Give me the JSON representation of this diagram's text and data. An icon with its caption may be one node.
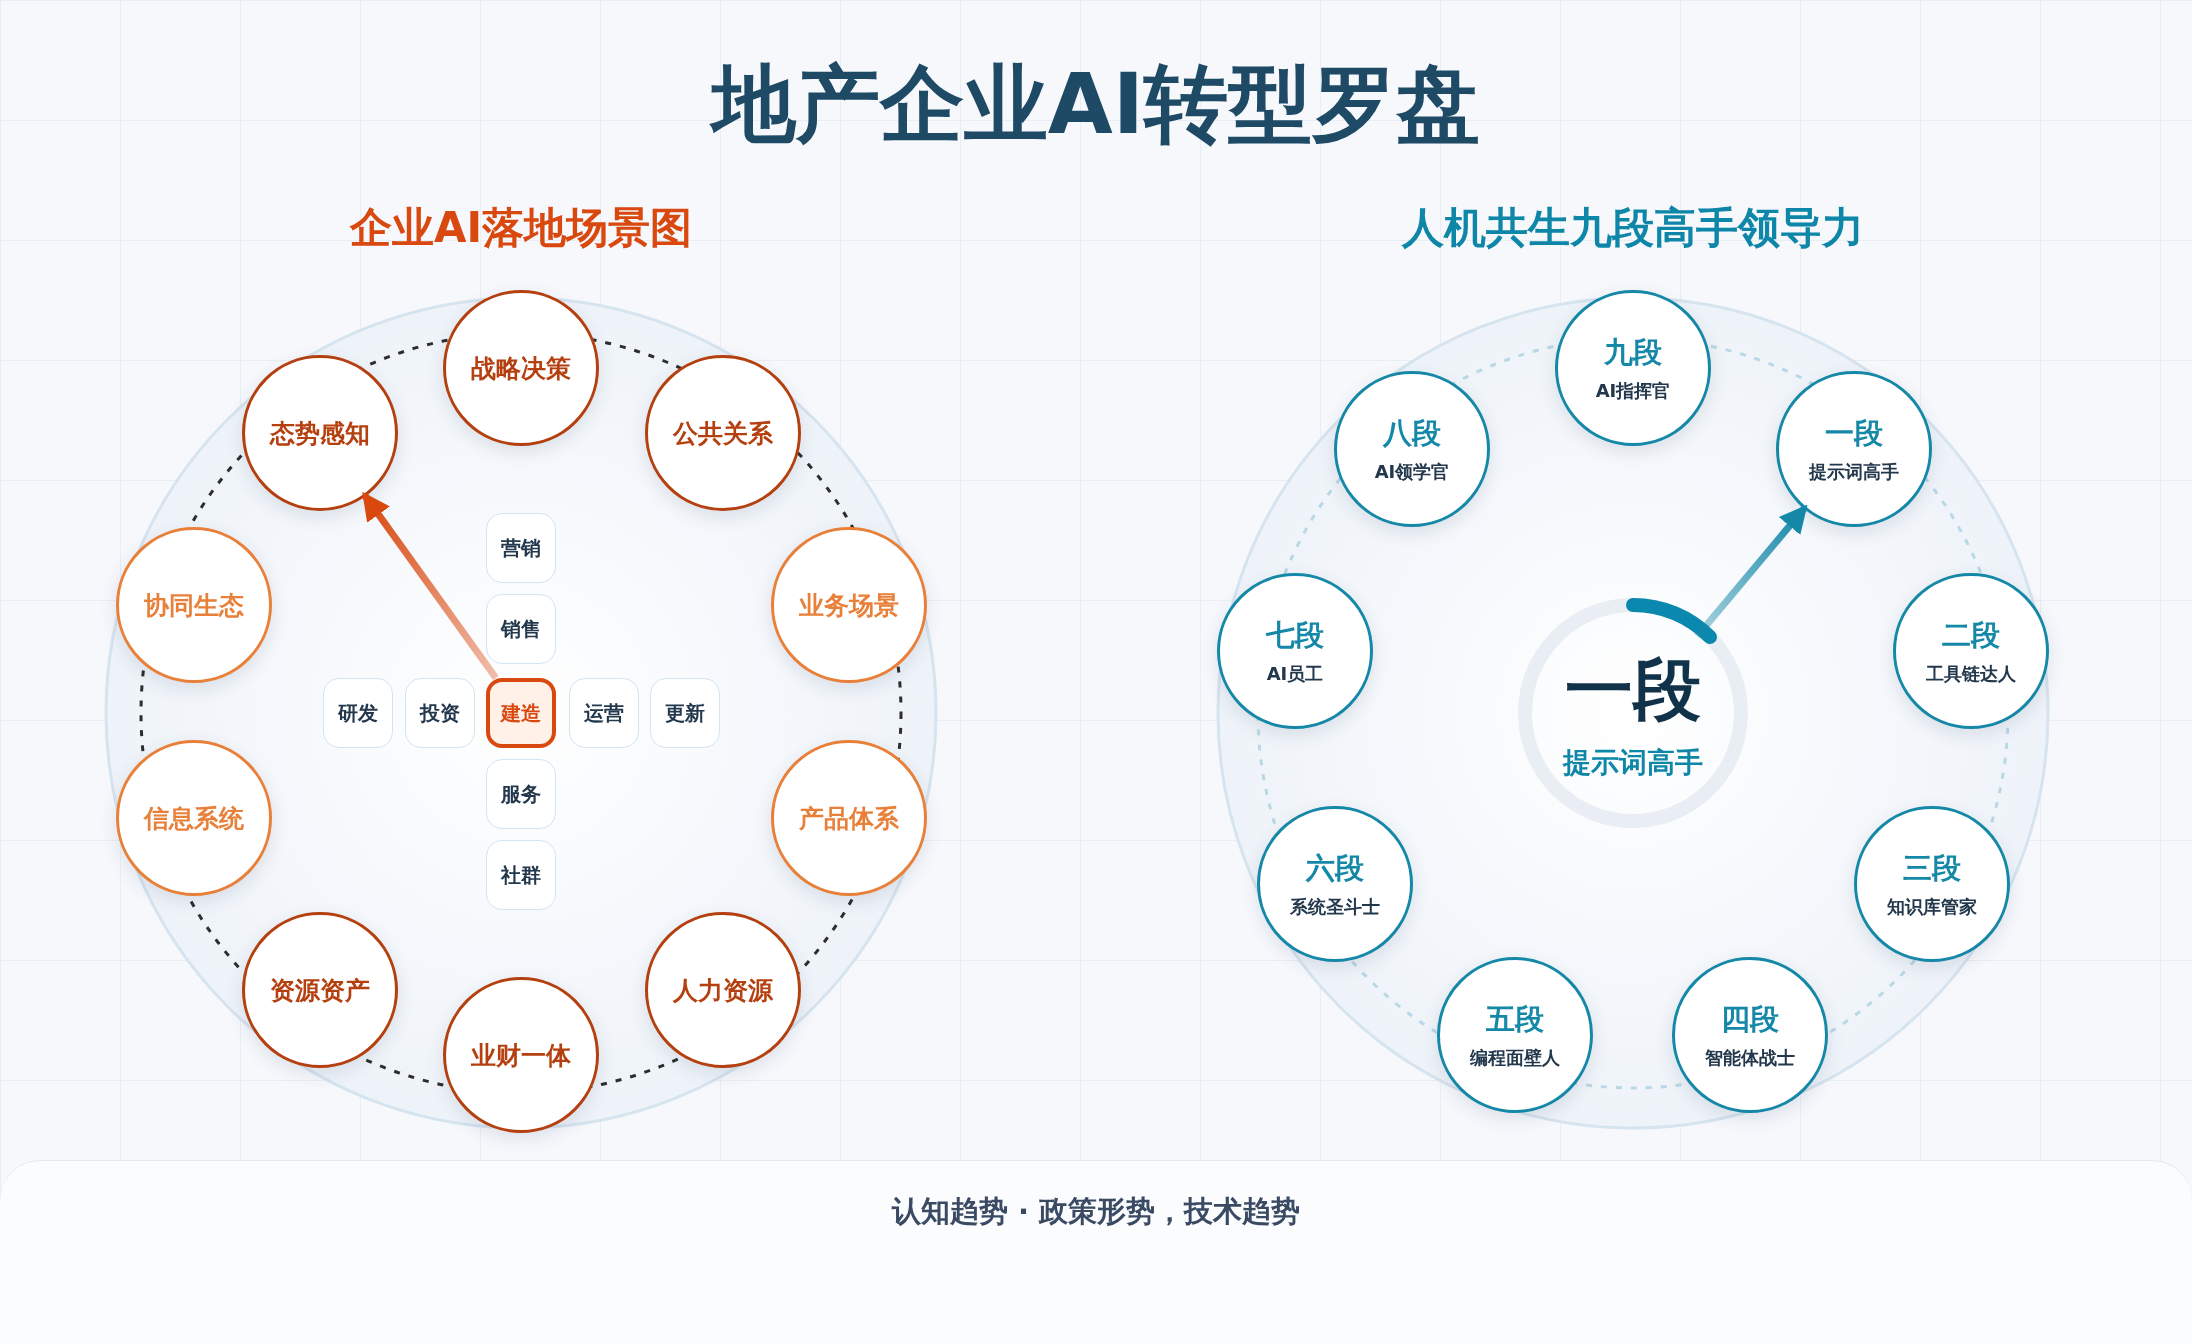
{
  "diagram": {
    "title": "地产企业AI转型罗盘",
    "caption": "认知趋势 · 政策形势，技术趋势",
    "labels": [
      "企业AI落地场景图",
      "人机共生九段高手领导力"
    ],
    "nodes": [
      {
        "text": [
          "战略决策"
        ]
      },
      {
        "text": [
          "公共关系"
        ]
      },
      {
        "text": [
          "业务场景"
        ]
      },
      {
        "text": [
          "产品体系"
        ]
      },
      {
        "text": [
          "人力资源"
        ]
      },
      {
        "text": [
          "业财一体"
        ]
      },
      {
        "text": [
          "资源资产"
        ]
      },
      {
        "text": [
          "信息系统"
        ]
      },
      {
        "text": [
          "协同生态"
        ]
      },
      {
        "text": [
          "态势感知"
        ]
      },
      {
        "text": [
          "营销"
        ]
      },
      {
        "text": [
          "销售"
        ]
      },
      {
        "text": [
          "研发"
        ]
      },
      {
        "text": [
          "投资"
        ]
      },
      {
        "text": [
          "建造"
        ]
      },
      {
        "text": [
          "运营"
        ]
      },
      {
        "text": [
          "更新"
        ]
      },
      {
        "text": [
          "服务"
        ]
      },
      {
        "text": [
          "社群"
        ]
      },
      {
        "text": [
          "一段",
          "提示词高手"
        ]
      },
      {
        "text": [
          "二段",
          "工具链达人"
        ]
      },
      {
        "text": [
          "三段",
          "知识库管家"
        ]
      },
      {
        "text": [
          "四段",
          "智能体战士"
        ]
      },
      {
        "text": [
          "五段",
          "编程面壁人"
        ]
      },
      {
        "text": [
          "六段",
          "系统圣斗士"
        ]
      },
      {
        "text": [
          "七段",
          "AI员工"
        ]
      },
      {
        "text": [
          "八段",
          "AI领学官"
        ]
      },
      {
        "text": [
          "九段",
          "AI指挥官"
        ]
      },
      {
        "text": [
          "一段",
          "提示词高手"
        ]
      }
    ],
    "edges": [
      {
        "from": 14,
        "to": 9,
        "arrow": "to"
      },
      {
        "from": 28,
        "to": 19,
        "arrow": "to"
      }
    ]
  }
}
